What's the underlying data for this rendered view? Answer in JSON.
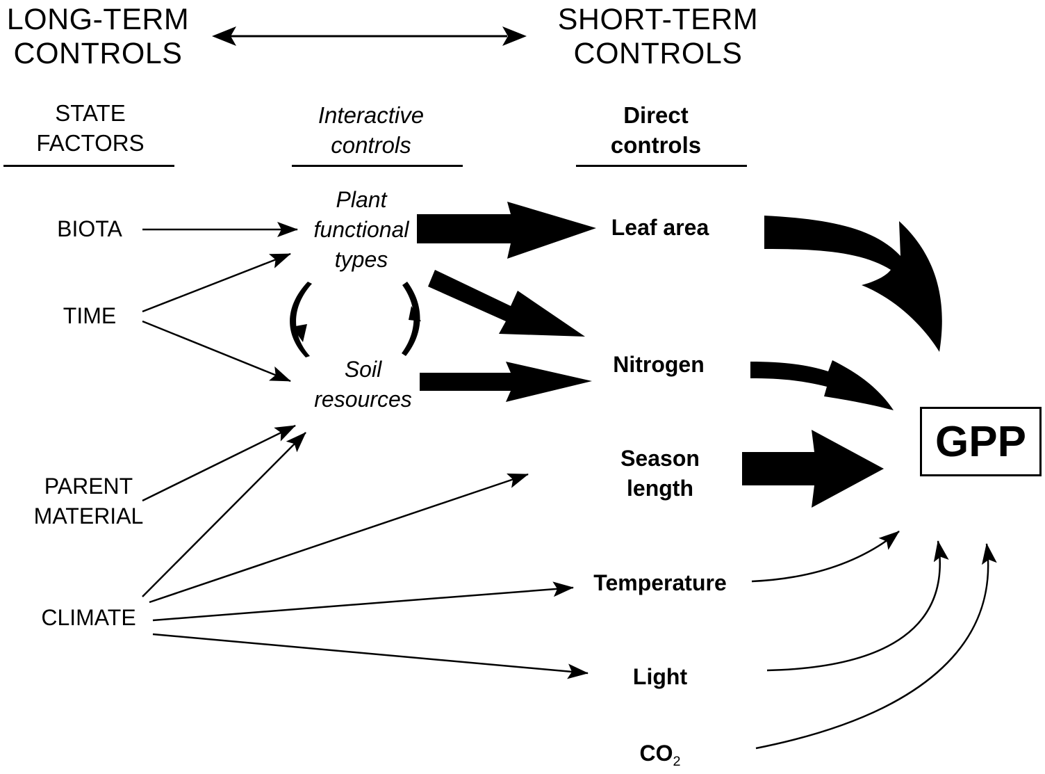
{
  "headers": {
    "long_term": "LONG-TERM\nCONTROLS",
    "short_term": "SHORT-TERM\nCONTROLS",
    "state_factors": "STATE\nFACTORS",
    "interactive_controls": "Interactive\ncontrols",
    "direct_controls": "Direct\ncontrols"
  },
  "state_factors": {
    "biota": "BIOTA",
    "time": "TIME",
    "parent_material": "PARENT\nMATERIAL",
    "climate": "CLIMATE"
  },
  "interactive_controls": {
    "plant_functional_types": "Plant\nfunctional\ntypes",
    "soil_resources": "Soil\nresources"
  },
  "direct_controls": {
    "leaf_area": "Leaf area",
    "nitrogen": "Nitrogen",
    "season_length": "Season\nlength",
    "temperature": "Temperature",
    "light": "Light",
    "co2": "CO",
    "co2_subscript": "2"
  },
  "output": {
    "gpp": "GPP"
  }
}
